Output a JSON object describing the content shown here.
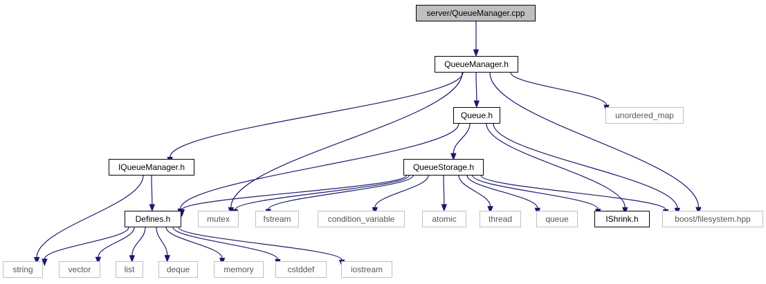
{
  "diagram": {
    "edge_color": "#191970",
    "nodes": {
      "queuemanager_cpp": {
        "label": "server/QueueManager.cpp",
        "kind": "root"
      },
      "queuemanager_h": {
        "label": "QueueManager.h",
        "kind": "local"
      },
      "iqueuemanager_h": {
        "label": "IQueueManager.h",
        "kind": "local"
      },
      "queue_h": {
        "label": "Queue.h",
        "kind": "local"
      },
      "unordered_map": {
        "label": "unordered_map",
        "kind": "system"
      },
      "queuestorage_h": {
        "label": "QueueStorage.h",
        "kind": "local"
      },
      "defines_h": {
        "label": "Defines.h",
        "kind": "local"
      },
      "mutex": {
        "label": "mutex",
        "kind": "system"
      },
      "fstream": {
        "label": "fstream",
        "kind": "system"
      },
      "condition_variable": {
        "label": "condition_variable",
        "kind": "system"
      },
      "atomic": {
        "label": "atomic",
        "kind": "system"
      },
      "thread": {
        "label": "thread",
        "kind": "system"
      },
      "queue": {
        "label": "queue",
        "kind": "system"
      },
      "ishrink_h": {
        "label": "IShrink.h",
        "kind": "local"
      },
      "boost_filesystem": {
        "label": "boost/filesystem.hpp",
        "kind": "system"
      },
      "string": {
        "label": "string",
        "kind": "system"
      },
      "vector": {
        "label": "vector",
        "kind": "system"
      },
      "list": {
        "label": "list",
        "kind": "system"
      },
      "deque": {
        "label": "deque",
        "kind": "system"
      },
      "memory": {
        "label": "memory",
        "kind": "system"
      },
      "cstddef": {
        "label": "cstddef",
        "kind": "system"
      },
      "iostream": {
        "label": "iostream",
        "kind": "system"
      }
    },
    "edges": [
      [
        "queuemanager_cpp",
        "queuemanager_h"
      ],
      [
        "queuemanager_h",
        "iqueuemanager_h"
      ],
      [
        "queuemanager_h",
        "queue_h"
      ],
      [
        "queuemanager_h",
        "unordered_map"
      ],
      [
        "queuemanager_h",
        "mutex"
      ],
      [
        "queuemanager_h",
        "boost_filesystem"
      ],
      [
        "iqueuemanager_h",
        "defines_h"
      ],
      [
        "iqueuemanager_h",
        "string"
      ],
      [
        "queue_h",
        "queuestorage_h"
      ],
      [
        "queue_h",
        "defines_h"
      ],
      [
        "queue_h",
        "ishrink_h"
      ],
      [
        "queue_h",
        "boost_filesystem"
      ],
      [
        "queuestorage_h",
        "defines_h"
      ],
      [
        "queuestorage_h",
        "mutex"
      ],
      [
        "queuestorage_h",
        "fstream"
      ],
      [
        "queuestorage_h",
        "condition_variable"
      ],
      [
        "queuestorage_h",
        "atomic"
      ],
      [
        "queuestorage_h",
        "thread"
      ],
      [
        "queuestorage_h",
        "queue"
      ],
      [
        "queuestorage_h",
        "ishrink_h"
      ],
      [
        "queuestorage_h",
        "boost_filesystem"
      ],
      [
        "defines_h",
        "string"
      ],
      [
        "defines_h",
        "vector"
      ],
      [
        "defines_h",
        "list"
      ],
      [
        "defines_h",
        "deque"
      ],
      [
        "defines_h",
        "memory"
      ],
      [
        "defines_h",
        "cstddef"
      ],
      [
        "defines_h",
        "iostream"
      ]
    ]
  }
}
